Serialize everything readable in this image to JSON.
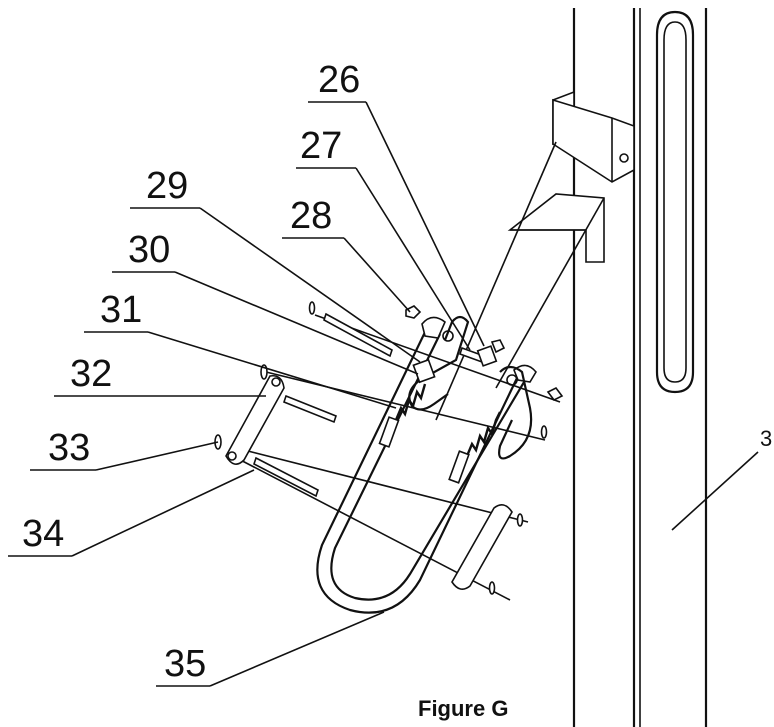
{
  "figure": {
    "caption": "Figure G",
    "callouts": [
      "26",
      "27",
      "28",
      "29",
      "30",
      "31",
      "32",
      "33",
      "34",
      "35"
    ],
    "edge_label": "3"
  },
  "colors": {
    "ink": "#111111",
    "paper": "#ffffff"
  }
}
